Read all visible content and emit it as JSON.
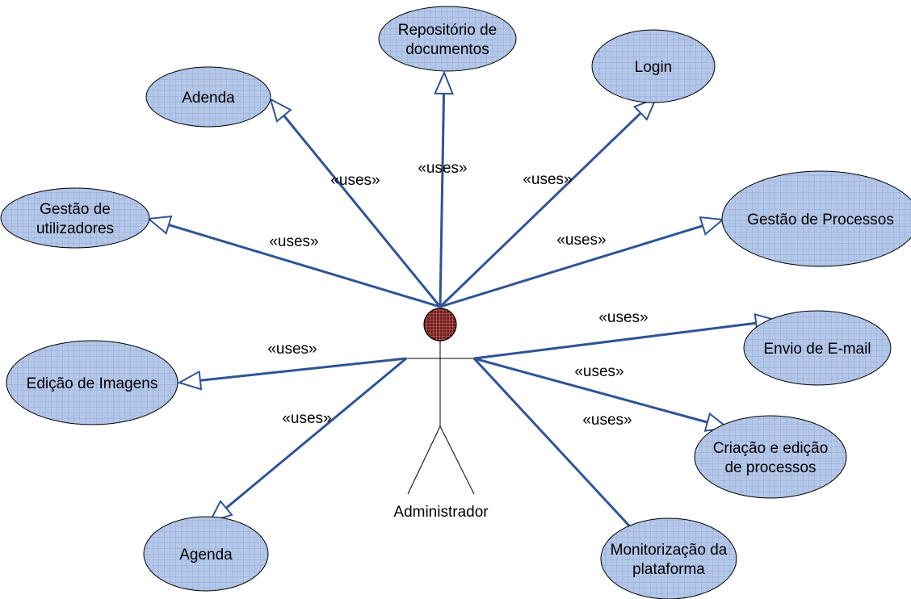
{
  "diagram": {
    "actor": {
      "name": "Administrador"
    },
    "relation_label": "«uses»",
    "colors": {
      "line": "#2f5496",
      "ellipse_fill": "#b4c7e7",
      "ellipse_grid": "#8fabdc",
      "ellipse_stroke": "#000000",
      "actor_head": "#7a1a1a"
    },
    "use_cases": [
      {
        "lines": [
          "Adenda"
        ]
      },
      {
        "lines": [
          "Repositório de",
          "documentos"
        ]
      },
      {
        "lines": [
          "Login"
        ]
      },
      {
        "lines": [
          "Gestão de",
          "utilizadores"
        ]
      },
      {
        "lines": [
          "Gestão de Processos"
        ]
      },
      {
        "lines": [
          "Envio de E-mail"
        ]
      },
      {
        "lines": [
          "Edição de Imagens"
        ]
      },
      {
        "lines": [
          "Criação e edição",
          "de processos"
        ]
      },
      {
        "lines": [
          "Agenda"
        ]
      },
      {
        "lines": [
          "Monitorização da",
          "plataforma"
        ]
      }
    ],
    "relations": [
      {
        "label": "«uses»"
      },
      {
        "label": "«uses»"
      },
      {
        "label": "«uses»"
      },
      {
        "label": "«uses»"
      },
      {
        "label": "«uses»"
      },
      {
        "label": "«uses»"
      },
      {
        "label": "«uses»"
      },
      {
        "label": "«uses»"
      },
      {
        "label": "«uses»"
      },
      {
        "label": "«uses»"
      }
    ]
  }
}
